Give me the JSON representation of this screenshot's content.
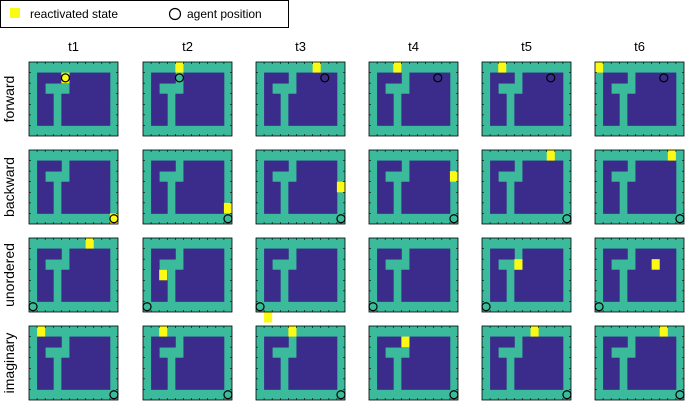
{
  "legend": {
    "reactivated_label": "reactivated state",
    "agent_label": "agent position"
  },
  "columns": [
    "t1",
    "t2",
    "t3",
    "t4",
    "t5",
    "t6"
  ],
  "rows": [
    {
      "label": "forward",
      "cells": [
        {
          "reactivated": [
            1,
            4
          ],
          "agent": [
            1,
            4
          ]
        },
        {
          "reactivated": [
            0,
            4
          ],
          "agent": [
            1,
            4
          ]
        },
        {
          "reactivated": [
            0,
            7
          ],
          "agent": [
            1,
            8
          ]
        },
        {
          "reactivated": [
            0,
            3
          ],
          "agent": [
            1,
            8
          ]
        },
        {
          "reactivated": [
            0,
            2
          ],
          "agent": [
            1,
            8
          ]
        },
        {
          "reactivated": [
            0,
            0
          ],
          "agent": [
            1,
            8
          ]
        }
      ]
    },
    {
      "label": "backward",
      "cells": [
        {
          "reactivated": [
            6,
            10
          ],
          "agent": [
            6,
            10
          ]
        },
        {
          "reactivated": [
            5,
            10
          ],
          "agent": [
            6,
            10
          ]
        },
        {
          "reactivated": [
            3,
            10
          ],
          "agent": [
            6,
            10
          ]
        },
        {
          "reactivated": [
            2,
            10
          ],
          "agent": [
            6,
            10
          ]
        },
        {
          "reactivated": [
            0,
            8
          ],
          "agent": [
            6,
            10
          ]
        },
        {
          "reactivated": [
            0,
            9
          ],
          "agent": [
            6,
            10
          ]
        }
      ]
    },
    {
      "label": "unordered",
      "cells": [
        {
          "reactivated": [
            0,
            7
          ],
          "agent": [
            6,
            0
          ]
        },
        {
          "reactivated": [
            3,
            2
          ],
          "agent": [
            6,
            0
          ]
        },
        {
          "reactivated": [
            7,
            1
          ],
          "agent": [
            6,
            0
          ]
        },
        {
          "reactivated": null,
          "agent": [
            6,
            0
          ]
        },
        {
          "reactivated": [
            2,
            4
          ],
          "agent": [
            6,
            0
          ]
        },
        {
          "reactivated": [
            2,
            7
          ],
          "agent": [
            6,
            0
          ]
        }
      ]
    },
    {
      "label": "imaginary",
      "cells": [
        {
          "reactivated": [
            0,
            1
          ],
          "agent": [
            6,
            10
          ]
        },
        {
          "reactivated": [
            0,
            2
          ],
          "agent": [
            6,
            10
          ]
        },
        {
          "reactivated": [
            0,
            4
          ],
          "agent": [
            6,
            10
          ]
        },
        {
          "reactivated": [
            1,
            4
          ],
          "agent": [
            6,
            10
          ]
        },
        {
          "reactivated": [
            0,
            6
          ],
          "agent": [
            6,
            10
          ]
        },
        {
          "reactivated": [
            0,
            8
          ],
          "agent": [
            6,
            10
          ]
        }
      ]
    }
  ],
  "colors": {
    "floor": "#3BBA9C",
    "wall": "#3B2C8C",
    "reactivated": "#FAFA14",
    "agent": "#000000"
  }
}
